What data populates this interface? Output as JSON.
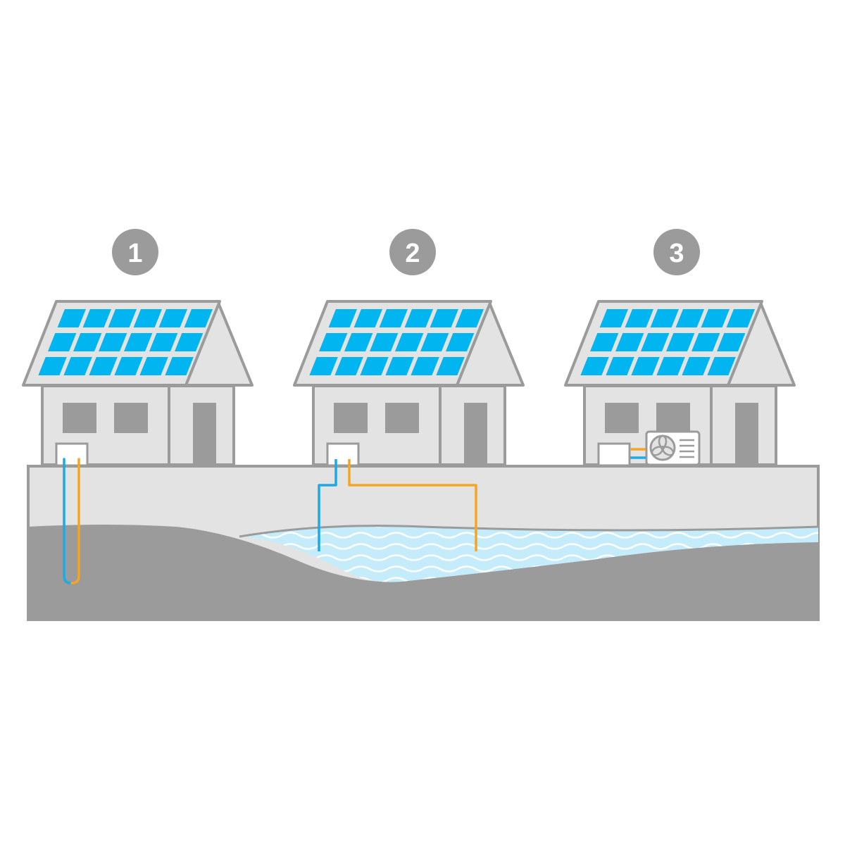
{
  "badges": [
    {
      "number": "1"
    },
    {
      "number": "2"
    },
    {
      "number": "3"
    }
  ],
  "houses": [
    {
      "system": "ground-loop-borehole",
      "heat_pump": "indoor-unit"
    },
    {
      "system": "groundwater-open-loop",
      "heat_pump": "indoor-unit"
    },
    {
      "system": "air-source",
      "heat_pump": "indoor-unit-with-outdoor-fan-unit"
    }
  ],
  "icons": {
    "badge": "numbered-circle-icon",
    "solar": "solar-panel-icon",
    "fan": "fan-icon"
  },
  "colors": {
    "house_fill": "#e3e3e3",
    "house_outline": "#9b9b9b",
    "window_fill": "#9b9b9b",
    "solar_cell": "#00b5f0",
    "ground_top": "#e3e3e3",
    "ground_deep": "#9b9b9b",
    "water": "#c5ecfa",
    "pipe_cold": "#1ca9e6",
    "pipe_warm": "#f5a524",
    "badge_fill": "#9b9b9b"
  }
}
